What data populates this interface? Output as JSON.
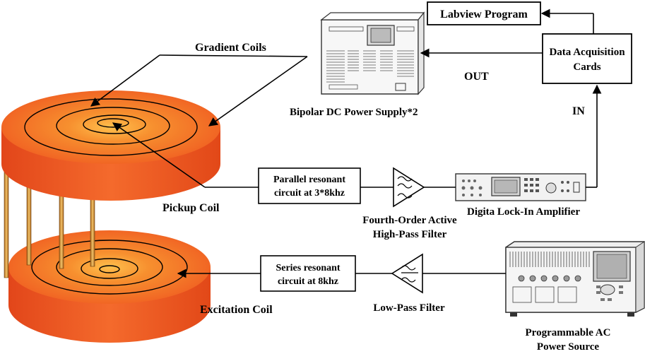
{
  "labels": {
    "gradient_coils": "Gradient Coils",
    "bipolar_supply": "Bipolar DC Power Supply*2",
    "labview": "Labview Program",
    "daq_line1": "Data Acquisition",
    "daq_line2": "Cards",
    "out": "OUT",
    "in": "IN",
    "pickup_coil": "Pickup Coil",
    "parallel_line1": "Parallel resonant",
    "parallel_line2": "circuit at 3*8khz",
    "hp_filter_line1": "Fourth-Order Active",
    "hp_filter_line2": "High-Pass Filter",
    "lockin": "Digita Lock-In Amplifier",
    "series_line1": "Series resonant",
    "series_line2": "circuit at 8khz",
    "lp_filter": "Low-Pass Filter",
    "excitation_coil": "Excitation Coil",
    "ac_source_line1": "Programmable AC",
    "ac_source_line2": "Power Source"
  },
  "colors": {
    "coil_top": "#f26a28",
    "coil_side": "#e9521e",
    "coil_center": "#ffb347",
    "wire": "#000000",
    "rod": "#e8a23a"
  }
}
